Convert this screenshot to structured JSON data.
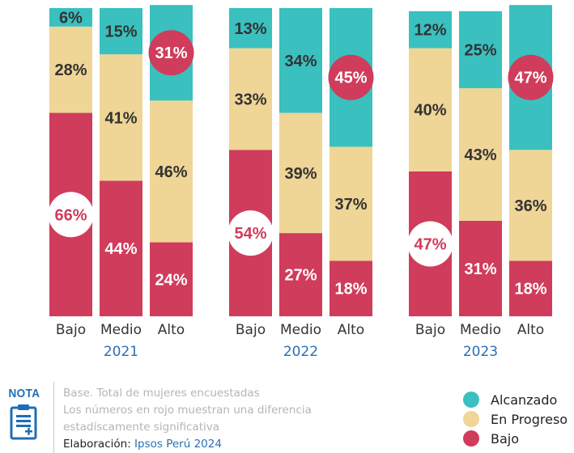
{
  "colors": {
    "alcanzado": "#3ac0bf",
    "en_progreso": "#efd596",
    "bajo": "#d03c5b",
    "significant_text": "#d03c5b",
    "normal_text": "#333333"
  },
  "chart_data": {
    "type": "bar",
    "stacked": "percent",
    "stack_order": [
      "Bajo",
      "En Progreso",
      "Alcanzado"
    ],
    "groups": [
      {
        "year": "2021",
        "categories": [
          "Bajo",
          "Medio",
          "Alto"
        ],
        "series": [
          {
            "name": "Bajo",
            "values": [
              66,
              44,
              24
            ]
          },
          {
            "name": "En Progreso",
            "values": [
              28,
              41,
              46
            ]
          },
          {
            "name": "Alcanzado",
            "values": [
              6,
              15,
              31
            ]
          }
        ],
        "labels": [
          [
            "66%",
            "44%",
            "24%"
          ],
          [
            "28%",
            "41%",
            "46%"
          ],
          [
            "6%",
            "15%",
            "31%"
          ]
        ],
        "significant": [
          [
            true,
            false,
            false
          ],
          [
            false,
            false,
            false
          ],
          [
            false,
            false,
            true
          ]
        ]
      },
      {
        "year": "2022",
        "categories": [
          "Bajo",
          "Medio",
          "Alto"
        ],
        "series": [
          {
            "name": "Bajo",
            "values": [
              54,
              27,
              18
            ]
          },
          {
            "name": "En Progreso",
            "values": [
              33,
              39,
              37
            ]
          },
          {
            "name": "Alcanzado",
            "values": [
              13,
              34,
              45
            ]
          }
        ],
        "labels": [
          [
            "54%",
            "27%",
            "18%"
          ],
          [
            "33%",
            "39%",
            "37%"
          ],
          [
            "13%",
            "34%",
            "45%"
          ]
        ],
        "significant": [
          [
            true,
            false,
            false
          ],
          [
            false,
            false,
            false
          ],
          [
            false,
            false,
            true
          ]
        ]
      },
      {
        "year": "2023",
        "categories": [
          "Bajo",
          "Medio",
          "Alto"
        ],
        "series": [
          {
            "name": "Bajo",
            "values": [
              47,
              31,
              18
            ]
          },
          {
            "name": "En Progreso",
            "values": [
              40,
              43,
              36
            ]
          },
          {
            "name": "Alcanzado",
            "values": [
              12,
              25,
              47
            ]
          }
        ],
        "labels": [
          [
            "47%",
            "31%",
            "18%"
          ],
          [
            "40%",
            "43%",
            "36%"
          ],
          [
            "12%",
            "25%",
            "47%"
          ]
        ],
        "significant": [
          [
            true,
            false,
            false
          ],
          [
            false,
            false,
            false
          ],
          [
            false,
            false,
            true
          ]
        ]
      }
    ],
    "ylim": [
      0,
      100
    ],
    "grid": false,
    "legend_placement": "bottom-right"
  },
  "legend": {
    "items": [
      {
        "label": "Alcanzado",
        "color": "#3ac0bf"
      },
      {
        "label": "En Progreso",
        "color": "#efd596"
      },
      {
        "label": "Bajo",
        "color": "#d03c5b"
      }
    ]
  },
  "note": {
    "badge": "NOTA",
    "icon": "clipboard-icon",
    "base": "Base. Total de mujeres encuestadas",
    "line2": "Los números en rojo muestran una diferencia",
    "line3": "estadíscamente significativa",
    "credit_prefix": "Elaboración: ",
    "credit_brand": "Ipsos Perú 2024"
  }
}
